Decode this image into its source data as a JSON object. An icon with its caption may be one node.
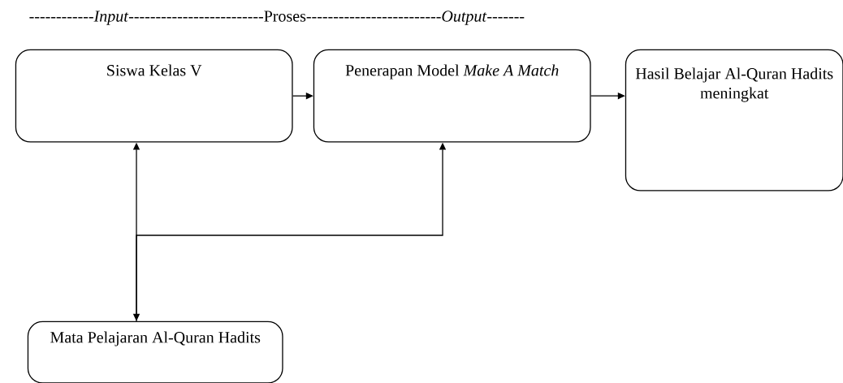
{
  "diagram": {
    "nodes": [
      {
        "text": [
          "Siswa Kelas V"
        ]
      },
      {
        "text": [
          "Penerapan Model *Make A Match*"
        ]
      },
      {
        "text": [
          "Hasil Belajar Al-Quran Hadits meningkat"
        ]
      },
      {
        "text": [
          "Mata Pelajaran Al-Quran Hadits"
        ]
      }
    ],
    "edges": [
      {
        "from": 0,
        "to": 1,
        "arrow": "to"
      },
      {
        "from": 1,
        "to": 2,
        "arrow": "to"
      },
      {
        "from": 0,
        "to": 3,
        "arrow": "both"
      },
      {
        "from": 3,
        "to": 1,
        "arrow": "to"
      }
    ],
    "labels": [
      "------------*Input*-------------------------Proses-------------------------*Output*-------"
    ]
  }
}
